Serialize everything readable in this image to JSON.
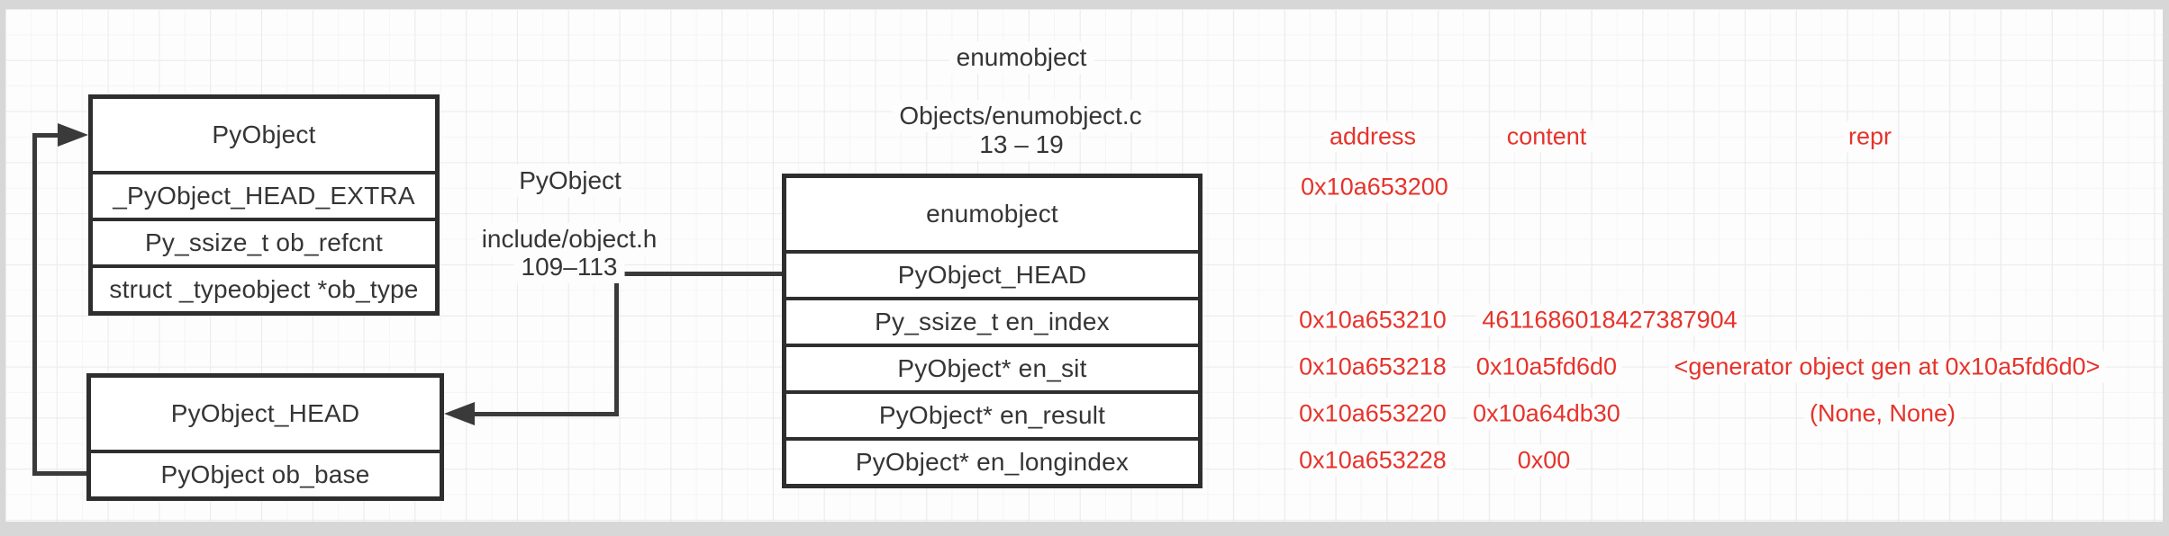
{
  "boxes": {
    "pyobject": {
      "title": "PyObject",
      "rows": [
        "_PyObject_HEAD_EXTRA",
        "Py_ssize_t ob_refcnt",
        "struct _typeobject *ob_type"
      ]
    },
    "pyobject_head": {
      "title": "PyObject_HEAD",
      "rows": [
        "PyObject ob_base"
      ]
    },
    "enumobject": {
      "title": "enumobject",
      "rows": [
        "PyObject_HEAD",
        "Py_ssize_t en_index",
        "PyObject* en_sit",
        "PyObject* en_result",
        "PyObject* en_longindex"
      ]
    }
  },
  "captions": {
    "pyobject": {
      "name": "PyObject",
      "file": "include/object.h",
      "lines": "109–113"
    },
    "enumobject": {
      "name": "enumobject",
      "file": "Objects/enumobject.c",
      "lines": "13 – 19"
    }
  },
  "memory": {
    "headers": {
      "address": "address",
      "content": "content",
      "repr": "repr"
    },
    "rows": [
      {
        "address": "0x10a653200",
        "content": "",
        "repr": ""
      },
      {
        "address": "0x10a653210",
        "content": "4611686018427387904",
        "repr": ""
      },
      {
        "address": "0x10a653218",
        "content": "0x10a5fd6d0",
        "repr": "<generator object gen at 0x10a5fd6d0>"
      },
      {
        "address": "0x10a653220",
        "content": "0x10a64db30",
        "repr": "(None, None)"
      },
      {
        "address": "0x10a653228",
        "content": "0x00",
        "repr": ""
      }
    ]
  },
  "colors": {
    "accent_red": "#e6332b",
    "line_dark": "#2e2e2e"
  }
}
